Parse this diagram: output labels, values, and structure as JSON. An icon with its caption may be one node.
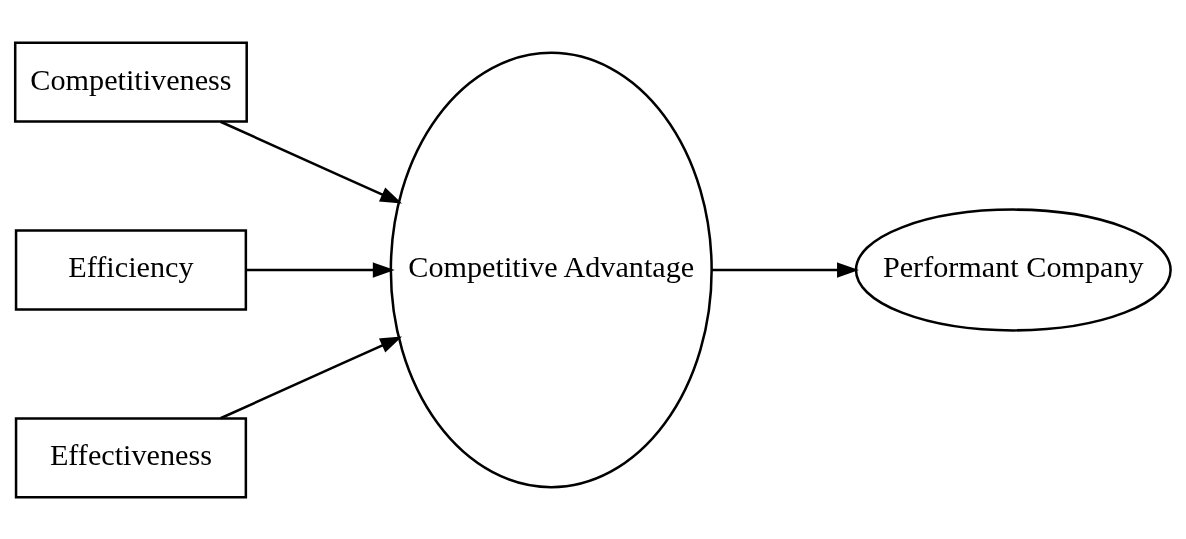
{
  "diagram": {
    "nodes": [
      {
        "text": [
          "Competitiveness"
        ]
      },
      {
        "text": [
          "Efficiency"
        ]
      },
      {
        "text": [
          "Effectiveness"
        ]
      },
      {
        "text": [
          "Competitive Advantage"
        ]
      },
      {
        "text": [
          "Performant Company"
        ]
      }
    ],
    "edges": [
      {
        "from": 0,
        "to": 3,
        "arrow": "to"
      },
      {
        "from": 1,
        "to": 3,
        "arrow": "to"
      },
      {
        "from": 2,
        "to": 3,
        "arrow": "to"
      },
      {
        "from": 3,
        "to": 4,
        "arrow": "to"
      }
    ]
  }
}
